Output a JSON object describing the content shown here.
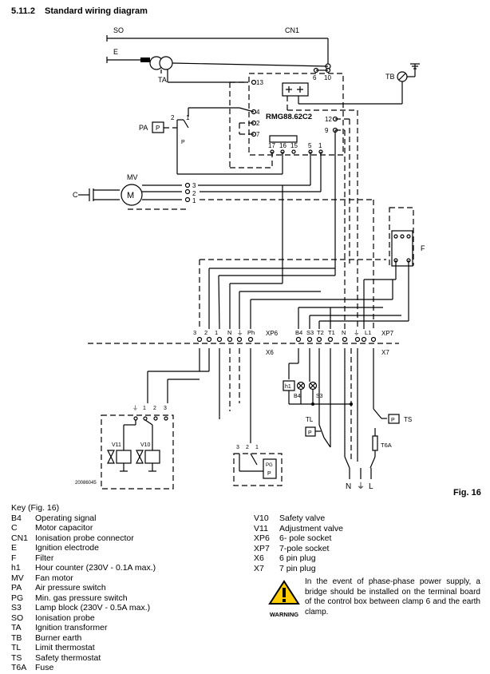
{
  "section": {
    "number": "5.11.2",
    "title": "Standard wiring diagram"
  },
  "figure_label": "Fig. 16",
  "drawing_code": "20086045",
  "diagram_labels": {
    "so": "SO",
    "cn1": "CN1",
    "e": "E",
    "ta": "TA",
    "tb": "TB",
    "control_box": "RMG88.62C2",
    "t13": "13",
    "t6": "6",
    "t10": "10",
    "t4": "4",
    "t2": "2",
    "t7": "7",
    "t12": "12",
    "t9": "9",
    "t17": "17",
    "t16": "16",
    "t15": "15",
    "t5": "5",
    "t1": "1",
    "pa": "PA",
    "p": "P",
    "pa_2": "2",
    "pa_1": "1",
    "mv": "MV",
    "m": "M",
    "c": "C",
    "m3": "3",
    "m2": "2",
    "m1": "1",
    "f": "F",
    "xp6": "XP6",
    "xp7": "XP7",
    "x6": "X6",
    "x7": "X7",
    "xp6_3": "3",
    "xp6_2": "2",
    "xp6_1": "1",
    "xp6_n": "N",
    "xp6_e": "⏚",
    "xp6_ph": "Ph",
    "xp7_b4": "B4",
    "xp7_s3": "S3",
    "xp7_t2": "T2",
    "xp7_t1": "T1",
    "xp7_n": "N",
    "xp7_e": "⏚",
    "xp7_l1": "L1",
    "h1": "h1",
    "b4": "B4",
    "s3": "S3",
    "tl": "TL",
    "ts": "TS",
    "t6a": "T6A",
    "pg": "PG",
    "v11": "V11",
    "v10": "V10",
    "n": "N",
    "l": "L",
    "earth": "⏚"
  },
  "key": {
    "title": "Key (Fig. 16)",
    "items": [
      {
        "code": "B4",
        "text": "Operating signal"
      },
      {
        "code": "C",
        "text": "Motor capacitor"
      },
      {
        "code": "CN1",
        "text": "Ionisation probe connector"
      },
      {
        "code": "E",
        "text": "Ignition electrode"
      },
      {
        "code": "F",
        "text": "Filter"
      },
      {
        "code": "h1",
        "text": "Hour counter (230V - 0.1A max.)"
      },
      {
        "code": "MV",
        "text": "Fan motor"
      },
      {
        "code": "PA",
        "text": "Air pressure switch"
      },
      {
        "code": "PG",
        "text": "Min. gas pressure switch"
      },
      {
        "code": "S3",
        "text": "Lamp block (230V - 0.5A max.)"
      },
      {
        "code": "SO",
        "text": "Ionisation probe"
      },
      {
        "code": "TA",
        "text": "Ignition transformer"
      },
      {
        "code": "TB",
        "text": "Burner earth"
      },
      {
        "code": "TL",
        "text": "Limit thermostat"
      },
      {
        "code": "TS",
        "text": "Safety thermostat"
      },
      {
        "code": "T6A",
        "text": "Fuse"
      }
    ],
    "items2": [
      {
        "code": "V10",
        "text": "Safety valve"
      },
      {
        "code": "V11",
        "text": "Adjustment valve"
      },
      {
        "code": "XP6",
        "text": "6- pole socket"
      },
      {
        "code": "XP7",
        "text": "7-pole socket"
      },
      {
        "code": "X6",
        "text": "6 pin plug"
      },
      {
        "code": "X7",
        "text": "7 pin plug"
      }
    ]
  },
  "warning": {
    "caption": "WARNING",
    "text": "In the event of phase-phase power supply, a bridge should be installed on the terminal board of the control box between clamp 6 and the earth clamp."
  }
}
